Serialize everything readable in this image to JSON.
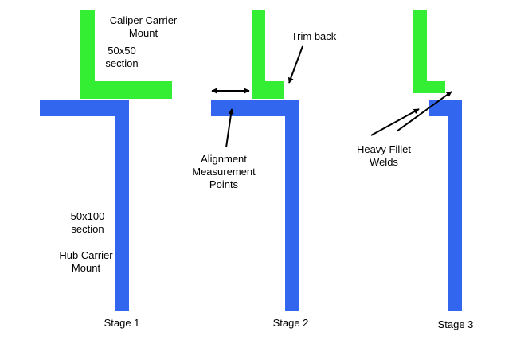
{
  "diagram": {
    "colors": {
      "green": "#33ee33",
      "blue": "#3366ee",
      "ink": "#000000"
    },
    "labels": {
      "caliper_mount": [
        "Caliper Carrier",
        "Mount"
      ],
      "section_50x50": [
        "50x50",
        "section"
      ],
      "section_50x100": [
        "50x100",
        "section"
      ],
      "hub_mount": [
        "Hub Carrier",
        "Mount"
      ],
      "trim_back": "Trim back",
      "alignment": [
        "Alignment",
        "Measurement",
        "Points"
      ],
      "fillet": [
        "Heavy Fillet",
        "Welds"
      ],
      "stage1": "Stage 1",
      "stage2": "Stage 2",
      "stage3": "Stage 3"
    }
  }
}
